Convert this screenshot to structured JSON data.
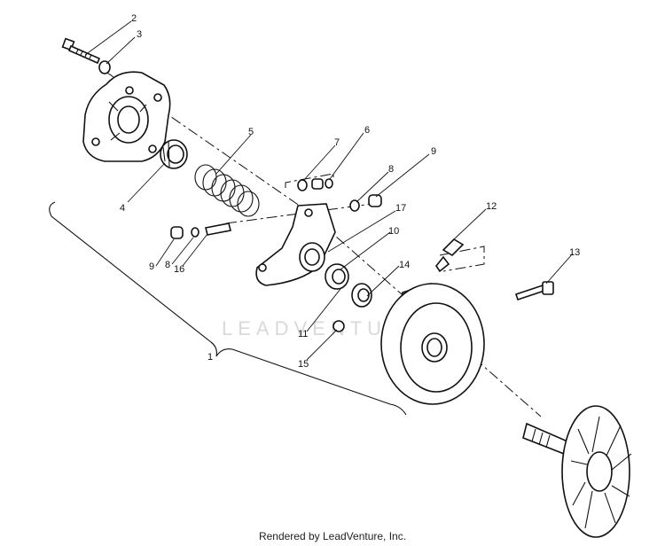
{
  "callouts": {
    "c1": "1",
    "c2": "2",
    "c3": "3",
    "c4": "4",
    "c5": "5",
    "c6": "6",
    "c7": "7",
    "c8a": "8",
    "c8b": "8",
    "c9a": "9",
    "c9b": "9",
    "c10": "10",
    "c11": "11",
    "c12": "12",
    "c13": "13",
    "c14": "14",
    "c15": "15",
    "c16": "16",
    "c17": "17"
  },
  "watermark": "LEADVENTURE",
  "footer": "Rendered by LeadVenture, Inc."
}
